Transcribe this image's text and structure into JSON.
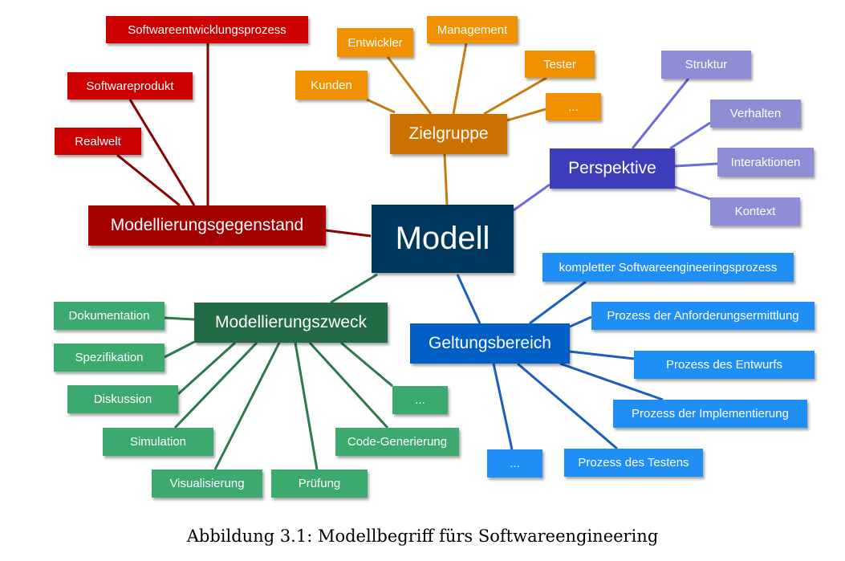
{
  "colors": {
    "center": "#00375f",
    "red_main": "#a50000",
    "red_leaf": "#cc0000",
    "red_line": "#8b0000",
    "orange_main": "#cc7000",
    "orange_leaf": "#f29100",
    "orange_line": "#c77b12",
    "purple_main": "#3d3dbb",
    "purple_leaf": "#8e8ed6",
    "purple_line": "#6b6be0",
    "green_main": "#226b44",
    "green_leaf": "#3ca96e",
    "green_line": "#2b7a4e",
    "blue_main": "#005fc4",
    "blue_leaf": "#1f8ef5",
    "blue_line": "#1a5fc0"
  },
  "diagram": {
    "center": {
      "label": "Modell"
    },
    "modellierungsgegenstand": {
      "label": "Modellierungsgegenstand",
      "leaves": [
        "Softwareentwicklungsprozess",
        "Softwareprodukt",
        "Realwelt"
      ]
    },
    "zielgruppe": {
      "label": "Zielgruppe",
      "leaves": [
        "Entwickler",
        "Management",
        "Tester",
        "Kunden",
        "..."
      ]
    },
    "perspektive": {
      "label": "Perspektive",
      "leaves": [
        "Struktur",
        "Verhalten",
        "Interaktionen",
        "Kontext"
      ]
    },
    "modellierungszweck": {
      "label": "Modellierungszweck",
      "leaves": [
        "Dokumentation",
        "Spezifikation",
        "Diskussion",
        "Simulation",
        "Visualisierung",
        "Prüfung",
        "Code-Generierung",
        "..."
      ]
    },
    "geltungsbereich": {
      "label": "Geltungsbereich",
      "leaves": [
        "kompletter Softwareengineeringsprozess",
        "Prozess der Anforderungsermittlung",
        "Prozess des Entwurfs",
        "Prozess der Implementierung",
        "Prozess des Testens",
        "..."
      ]
    }
  },
  "caption": "Abbildung 3.1: Modellbegriff fürs Softwareengineering"
}
